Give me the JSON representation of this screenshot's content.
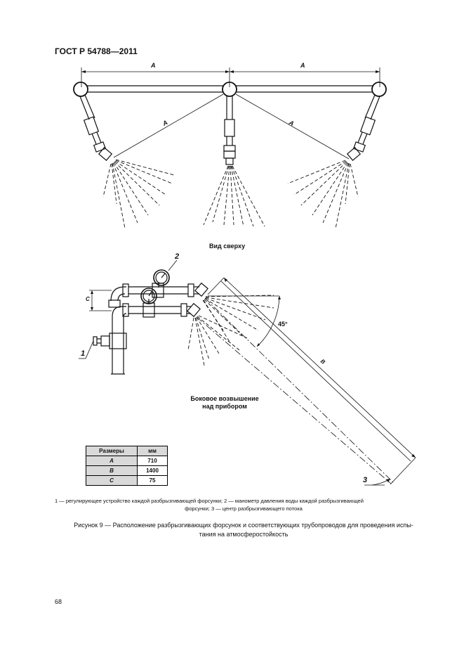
{
  "header": {
    "standard": "ГОСТ Р 54788—2011"
  },
  "figure": {
    "top_view": {
      "dim_labels": [
        "A",
        "A",
        "A",
        "A"
      ],
      "caption": "Вид сверху"
    },
    "side_view": {
      "callouts": [
        "1",
        "2",
        "3"
      ],
      "dim_c": "C",
      "dim_b": "B",
      "angle": "45°",
      "caption_line1": "Боковое возвышение",
      "caption_line2": "над прибором"
    }
  },
  "table": {
    "headers": [
      "Размеры",
      "мм"
    ],
    "rows": [
      {
        "name": "A",
        "value": "710"
      },
      {
        "name": "B",
        "value": "1400"
      },
      {
        "name": "C",
        "value": "75"
      }
    ]
  },
  "legend": {
    "line1": "1 — регулирующее устройство каждой разбрызгивающей форсунки; 2 — манометр давления воды каждой разбрызгивающей",
    "line2": "форсунки; 3 — центр разбрызгивающего потока"
  },
  "caption": {
    "line1": "Рисунок 9 — Расположение разбрызгивающих форсунок и соответствующих трубопроводов для проведения испы-",
    "line2": "тания на атмосферостойкость"
  },
  "page_number": "68",
  "colors": {
    "ink": "#111111",
    "table_header": "#d9d9d9"
  }
}
